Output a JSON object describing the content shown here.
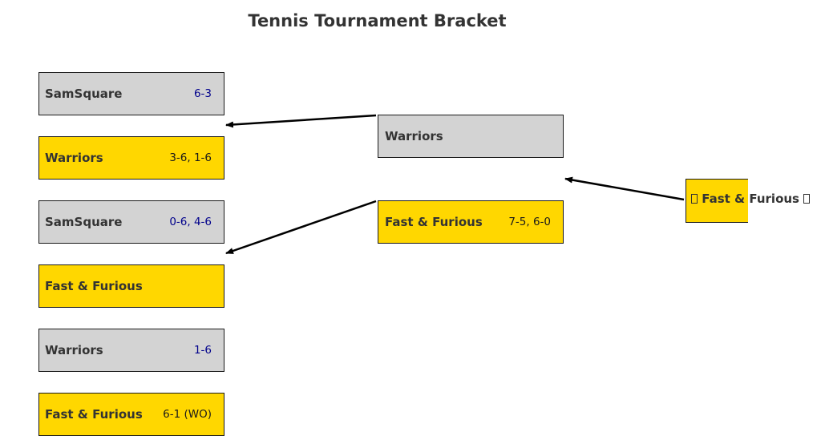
{
  "title": "Tennis Tournament Bracket",
  "round1": [
    {
      "team": "SamSquare",
      "score": "6-3",
      "style": "gray"
    },
    {
      "team": "Warriors",
      "score": "3-6, 1-6",
      "style": "gold"
    },
    {
      "team": "SamSquare",
      "score": "0-6, 4-6",
      "style": "gray"
    },
    {
      "team": "Fast & Furious",
      "score": "",
      "style": "gold"
    },
    {
      "team": "Warriors",
      "score": "1-6",
      "style": "gray"
    },
    {
      "team": "Fast & Furious",
      "score": "6-1 (WO)",
      "style": "gold"
    }
  ],
  "round2": [
    {
      "team": "Warriors",
      "score": "",
      "style": "gray"
    },
    {
      "team": "Fast & Furious",
      "score": "7-5, 6-0",
      "style": "gold"
    }
  ],
  "champion": {
    "team": "Fast & Furious",
    "icon_left": "missing-glyph-icon",
    "icon_right": "missing-glyph-icon"
  },
  "colors": {
    "gray_box": "#d3d3d3",
    "gold_box": "#ffd700",
    "gray_score": "#00008b",
    "text": "#333333",
    "arrow": "#000000"
  }
}
